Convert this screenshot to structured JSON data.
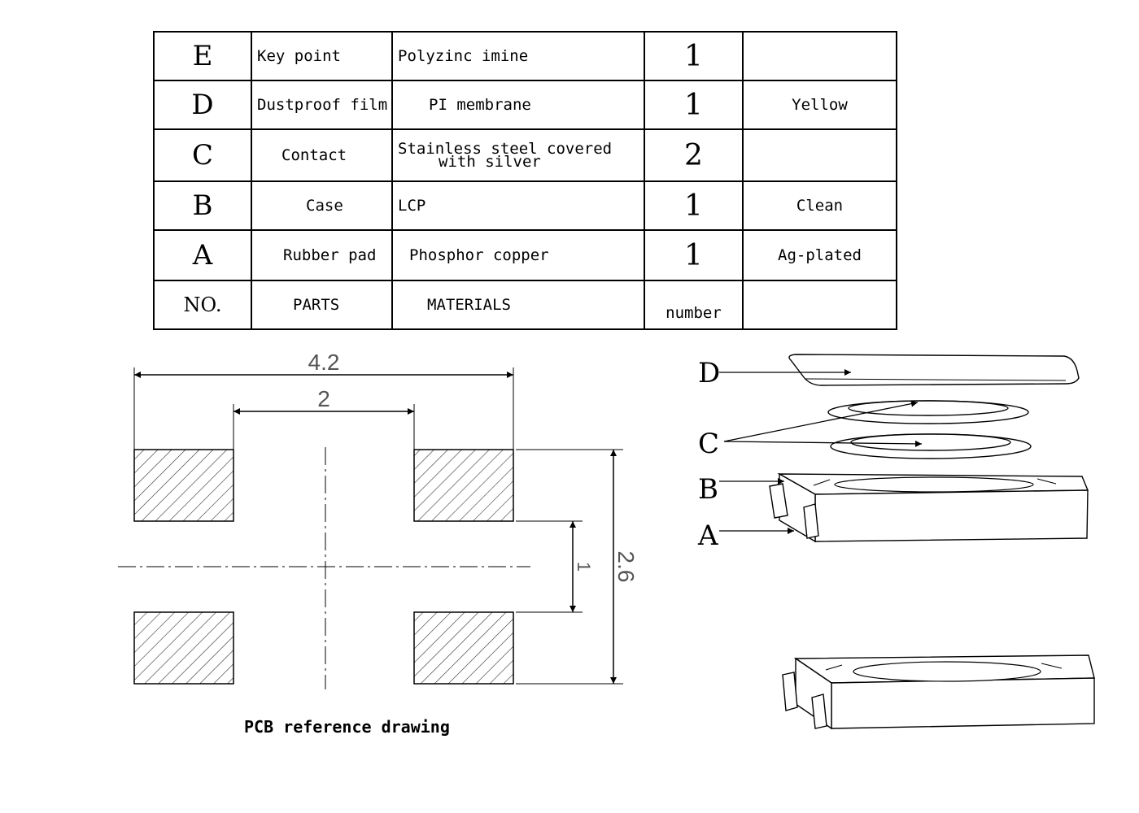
{
  "bom": {
    "rows": [
      {
        "no": "E",
        "part": "Key point",
        "material": "Polyzinc imine",
        "qty": "1",
        "note": ""
      },
      {
        "no": "D",
        "part": "Dustproof film",
        "material": "PI membrane",
        "qty": "1",
        "note": "Yellow"
      },
      {
        "no": "C",
        "part": "Contact",
        "material_line1": "Stainless steel covered",
        "material_line2": "with silver",
        "qty": "2",
        "note": ""
      },
      {
        "no": "B",
        "part": "Case",
        "material": "LCP",
        "qty": "1",
        "note": "Clean"
      },
      {
        "no": "A",
        "part": "Rubber pad",
        "material": "Phosphor copper",
        "qty": "1",
        "note": "Ag-plated"
      }
    ],
    "header": {
      "no": "NO.",
      "part": "PARTS",
      "material": "MATERIALS",
      "qty": "number",
      "note": ""
    }
  },
  "pcb": {
    "dim_total_width": "4.2",
    "dim_inner_width": "2",
    "dim_total_height": "2.6",
    "dim_inner_height": "1",
    "caption": "PCB reference drawing"
  },
  "exploded_view": {
    "labels": {
      "d": "D",
      "c": "C",
      "b": "B",
      "a": "A"
    }
  }
}
